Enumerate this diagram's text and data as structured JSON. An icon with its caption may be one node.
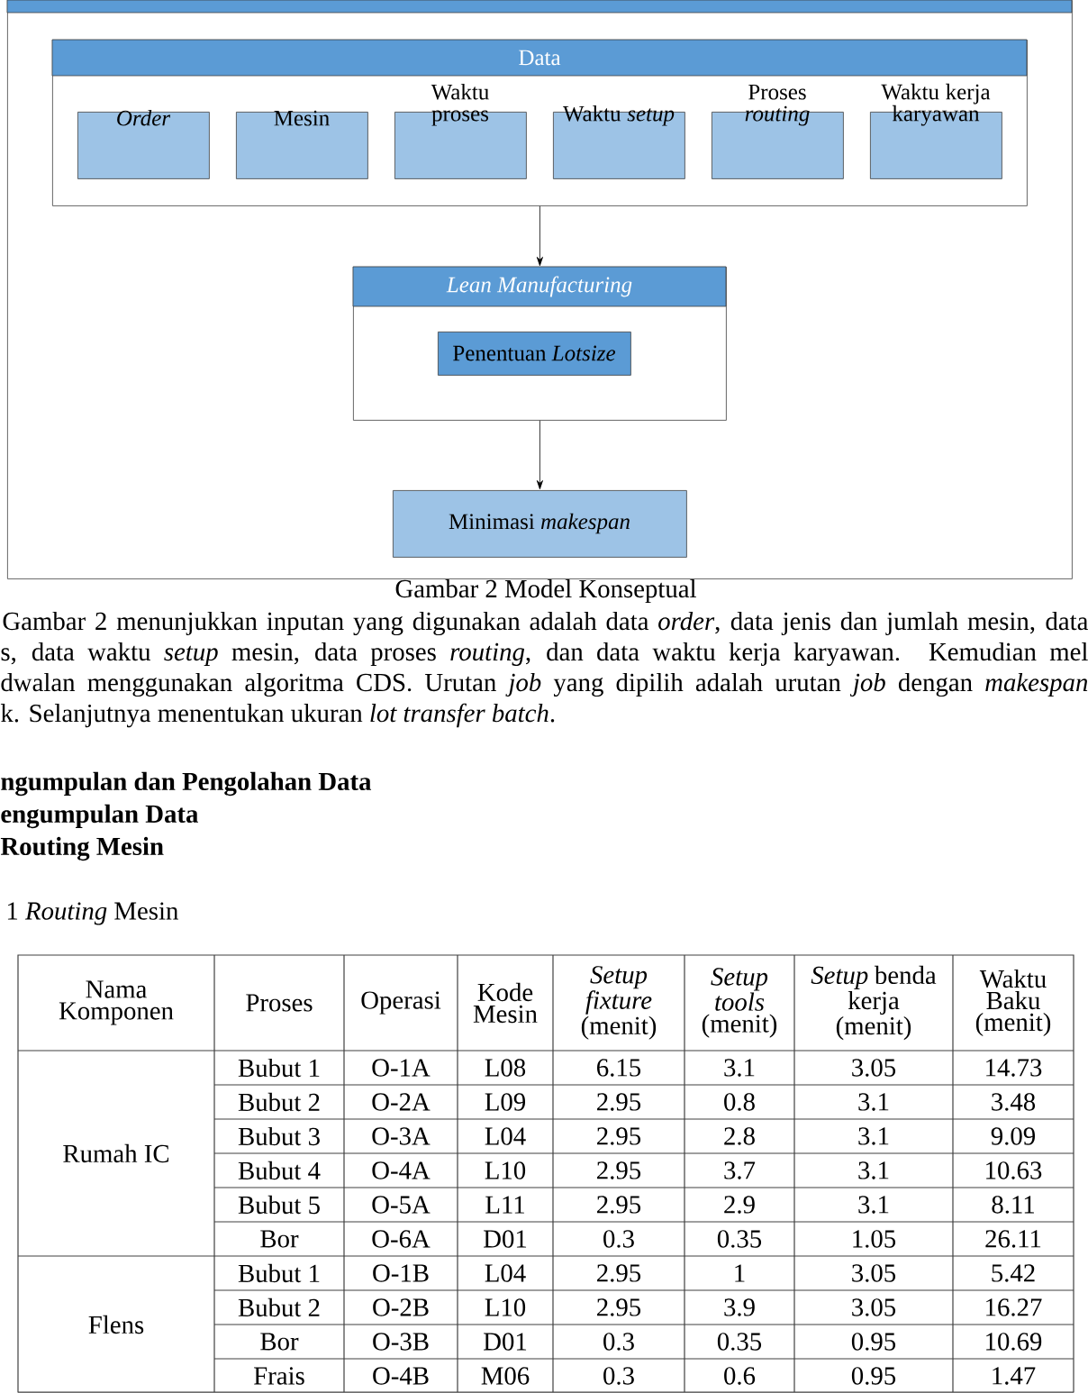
{
  "diagram": {
    "caption": "Gambar 2 Model Konseptual",
    "nodes": [
      {
        "text": [],
        "shape": "box"
      },
      {
        "text": [
          "Data"
        ],
        "in": 0
      },
      {
        "text": [
          "*Order*"
        ],
        "in": 1
      },
      {
        "text": [
          "Mesin"
        ],
        "in": 1
      },
      {
        "text": [
          "Waktu proses"
        ],
        "in": 1
      },
      {
        "text": [
          "Waktu *setup*"
        ],
        "in": 1
      },
      {
        "text": [
          "Proses *routing*"
        ],
        "in": 1
      },
      {
        "text": [
          "Waktu kerja karyawan"
        ],
        "in": 1
      },
      {
        "text": [
          "Lean Manufacturing"
        ],
        "in": 0
      },
      {
        "text": [
          "Penentuan *Lotsize*"
        ],
        "in": 8
      },
      {
        "text": [
          "Minimasi *makespan*"
        ],
        "in": 0
      }
    ],
    "edges": [
      {
        "from": 1,
        "to": 8,
        "arrow": "to"
      },
      {
        "from": 8,
        "to": 10,
        "arrow": "to"
      }
    ],
    "labels": [
      "Gambar 2 menunjukkan inputan yang digunakan adalah data *order*, data jenis dan jumlah mesin, data",
      "s, data waktu *setup* mesin, data proses *routing*, dan data waktu kerja karyawan. Kemudian mel",
      "dwalan menggunakan algoritma CDS. Urutan *job* yang dipilih adalah urutan *job* dengan *makespan*",
      "k. Selanjutnya menentukan ukuran *lot transfer batch*.",
      "ngumpulan dan Pengolahan Data",
      "engumpulan Data",
      "Routing Mesin",
      "1 *Routing* Mesin",
      "Nama Komponen",
      "Proses",
      "Operasi",
      "Kode Mesin",
      "*Setup fixture* (menit)",
      "*Setup tools* (menit)",
      "*Setup* benda kerja (menit)",
      "Waktu Baku (menit)",
      "Rumah IC",
      "Bubut 1",
      "O-1A",
      "L08",
      "6.15",
      "3.1",
      "3.05",
      "14.73",
      "Bubut 2",
      "O-2A",
      "L09",
      "2.95",
      "0.8",
      "3.1",
      "3.48",
      "Bubut 3",
      "O-3A",
      "L04",
      "2.95",
      "2.8",
      "3.1",
      "9.09",
      "Bubut 4",
      "O-4A",
      "L10",
      "2.95",
      "3.7",
      "3.1",
      "10.63",
      "Bubut 5",
      "O-5A",
      "L11",
      "2.95",
      "2.9",
      "3.1",
      "8.11",
      "Bor",
      "O-6A",
      "D01",
      "0.3",
      "0.35",
      "1.05",
      "26.11",
      "Flens",
      "Bubut 1",
      "O-1B",
      "L04",
      "2.95",
      "1",
      "3.05",
      "5.42",
      "Bubut 2",
      "O-2B",
      "L10",
      "2.95",
      "3.9",
      "3.05",
      "16.27",
      "Bor",
      "O-3B",
      "D01",
      "0.3",
      "0.35",
      "0.95",
      "10.69",
      "Frais",
      "O-4B",
      "M06",
      "0.3",
      "0.6",
      "0.95",
      "1.47"
    ]
  }
}
